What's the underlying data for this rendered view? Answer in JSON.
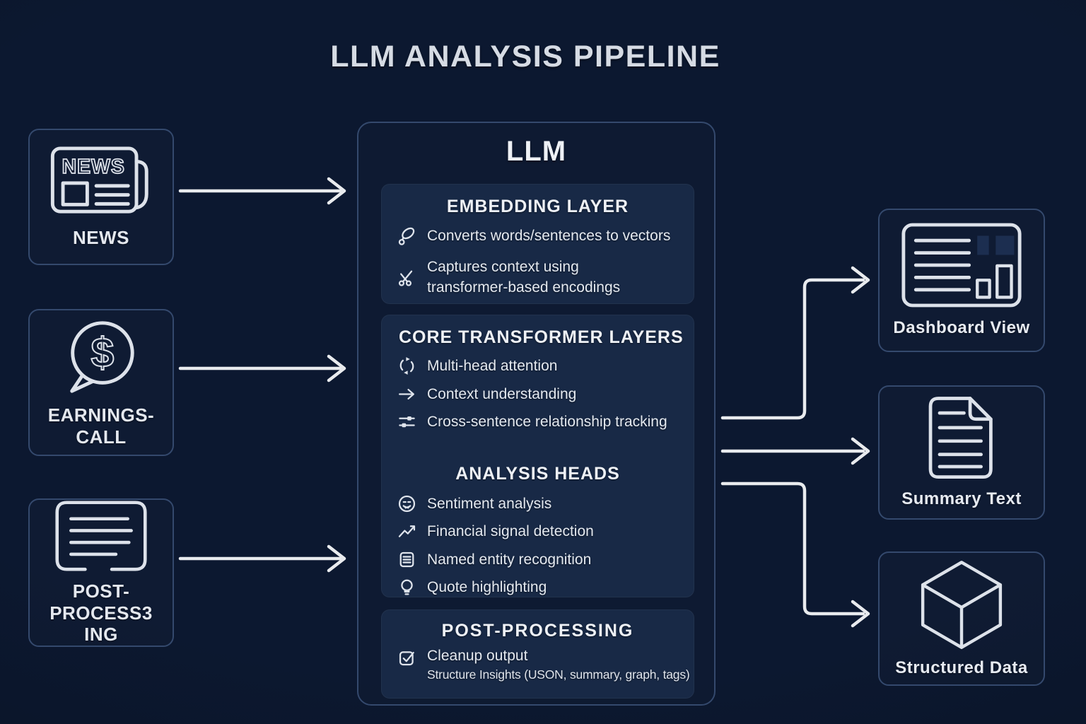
{
  "title": "LLM ANALYSIS PIPELINE",
  "colors": {
    "background": "#0c1830",
    "panel": "#182946",
    "border": "#34496d",
    "text": "#e8ecf3",
    "title": "#d6dbe4",
    "arrow": "#e9ebee"
  },
  "inputs": [
    {
      "label": "NEWS",
      "icon": "newspaper-icon",
      "icon_text": "NEWS"
    },
    {
      "label": "EARNINGS-\nCALL",
      "icon": "dollar-speech-bubble-icon",
      "icon_text": "$"
    },
    {
      "label": "POST-PROCESS3\nING",
      "icon": "transcript-icon"
    }
  ],
  "llm": {
    "title": "LLM",
    "embedding": {
      "heading": "EMBEDDING LAYER",
      "items": [
        {
          "icon": "pen-icon",
          "text": "Converts words/sentences to vectors"
        },
        {
          "icon": "scissors-icon",
          "text": "Captures context using\ntransformer-based encodings"
        }
      ]
    },
    "core": {
      "heading": "CORE TRANSFORMER LAYERS",
      "items": [
        {
          "icon": "cycle-icon",
          "text": "Multi-head attention"
        },
        {
          "icon": "arrow-right-icon",
          "text": "Context understanding"
        },
        {
          "icon": "sliders-icon",
          "text": "Cross-sentence relationship tracking"
        }
      ],
      "subheading": "ANALYSIS HEADS",
      "analysis_items": [
        {
          "icon": "smiley-icon",
          "text": "Sentiment analysis"
        },
        {
          "icon": "trending-up-icon",
          "text": "Financial signal detection"
        },
        {
          "icon": "document-lines-icon",
          "text": "Named entity recognition"
        },
        {
          "icon": "lightbulb-icon",
          "text": "Quote highlighting"
        }
      ]
    },
    "post": {
      "heading": "POST-PROCESSING",
      "items": [
        {
          "icon": "checkbox-icon",
          "text": "Cleanup output",
          "subtext": "Structure Insights (USON, summary, graph, tags)"
        }
      ]
    }
  },
  "outputs": [
    {
      "label": "Dashboard View",
      "icon": "dashboard-icon"
    },
    {
      "label": "Summary Text",
      "icon": "summary-document-icon"
    },
    {
      "label": "Structured Data",
      "icon": "cube-icon"
    }
  ]
}
